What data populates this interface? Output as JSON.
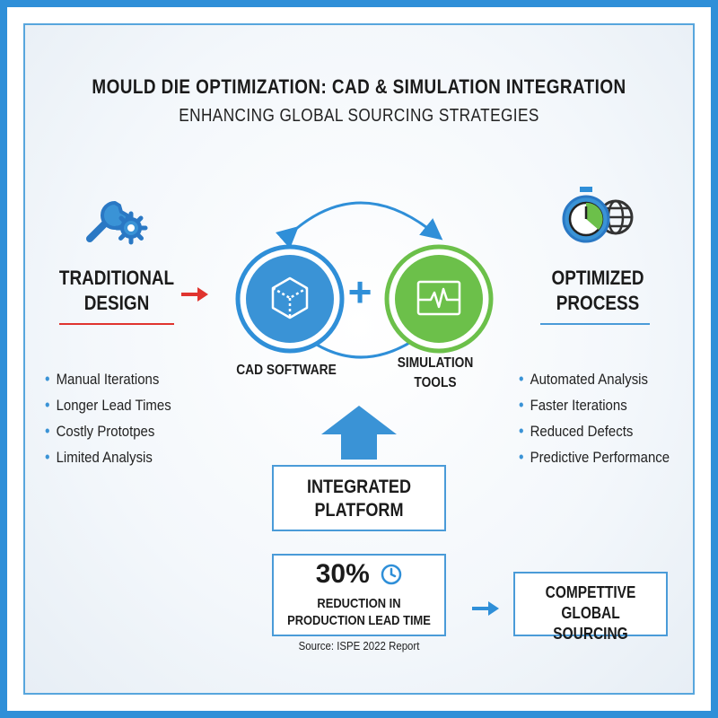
{
  "title": "MOULD DIE OPTIMIZATION: CAD & SIMULATION INTEGRATION",
  "subtitle": "ENHANCING GLOBAL SOURCING STRATEGIES",
  "left": {
    "heading_line1": "TRADITIONAL",
    "heading_line2": "DESIGN",
    "icon": "wrench-gear-icon",
    "items": [
      "Manual Iterations",
      "Longer Lead Times",
      "Costly Prototpes",
      "Limited Analysis"
    ]
  },
  "right": {
    "heading_line1": "OPTIMIZED",
    "heading_line2": "PROCESS",
    "icon": "stopwatch-globe-icon",
    "items": [
      "Automated Analysis",
      "Faster Iterations",
      "Reduced Defects",
      "Predictive Performance"
    ]
  },
  "center": {
    "cad_label": "CAD SOFTWARE",
    "sim_label_line1": "SIMULATION",
    "sim_label_line2": "TOOLS",
    "plus": "+",
    "cad_icon": "cube-icon",
    "sim_icon": "waveform-icon"
  },
  "platform": {
    "line1": "INTEGRATED",
    "line2": "PLATFORM"
  },
  "stat": {
    "value": "30%",
    "icon": "clock-icon",
    "line1": "REDUCTION IN",
    "line2": "PRODUCTION LEAD TIME",
    "source": "Source: ISPE 2022 Report"
  },
  "outcome": {
    "line1": "COMPETTIVE",
    "line2": "GLOBAL SOURCING"
  },
  "colors": {
    "blue": "#2f8fd8",
    "green": "#6cc04a",
    "red": "#e0342f",
    "dark": "#1b1b1b"
  }
}
